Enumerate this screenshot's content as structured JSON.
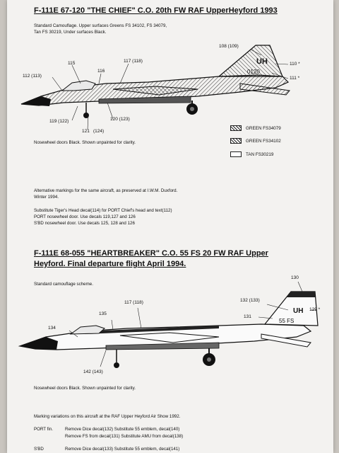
{
  "section1": {
    "title": "F-111E 67-120 \"THE CHIEF\" C.O. 20th FW RAF UpperHeyford 1993",
    "camo_line1": "Standard Camouflage. Upper surfaces Greens FS 34102, FS 34079,",
    "camo_line2": "Tan FS 30219, Under surfaces Black.",
    "callouts": {
      "c108": "108 (109)",
      "c110": "110 *",
      "c111": "111 *",
      "c112": "112 (113)",
      "c115": "115",
      "c116": "116",
      "c117": "117 (118)",
      "c119": "119 (122)",
      "c120": "120 (123)",
      "c121": "121",
      "c124": "(124)"
    },
    "tail_code": "UH",
    "tail_serial": "0120",
    "nosewheel_note": "Nosewheel doors Black. Shown unpainted for clarity.",
    "legend": [
      {
        "label": "GREEN FS34079"
      },
      {
        "label": "GREEN FS34102"
      },
      {
        "label": "TAN FS30219"
      }
    ],
    "alt_line1": "Alternative markings for the same aircraft, as preserved at I.W.M. Duxford.",
    "alt_line2": "Winter 1994.",
    "sub_line1": "Substitute Tiger's Head decal(114) for PORT Chief's head and text(112)",
    "sub_line2": "PORT nosewheel door. Use decals 119,127 and 126",
    "sub_line3": "S'BD nosewheel door. Use decals 125, 128 and 126"
  },
  "section2": {
    "title_line1": "F-111E 68-055 \"HEARTBREAKER\" C.O. 55 FS 20 FW RAF Upper",
    "title_line2": "Heyford. Final departure flight April 1994.",
    "camo_line": "Standard camouflage scheme.",
    "callouts": {
      "c130": "130",
      "c132": "132 (133)",
      "c129": "129 *",
      "c131": "131",
      "c117": "117 (118)",
      "c135": "135",
      "c134": "134",
      "c142": "142 (143)"
    },
    "tail_code": "UH",
    "tail_serial": "55 FS",
    "nosewheel_note": "Nosewheel doors Black. Shown unpainted for clarity.",
    "marking_line": "Marking variations on this aircraft at the RAF Upper Heyford Air Show 1992.",
    "port_label": "PORT fin.",
    "port_line1": "Remove Dice decal(132) Substitute 55 emblem, decal(140)",
    "port_line2": "Remove FS from decal(131) Substitute AMU from decal(138)",
    "sbd_label": "S'BD",
    "sbd_line1": "Remove Dice decal(133) Substitute 55 emblem, decal(141)"
  }
}
